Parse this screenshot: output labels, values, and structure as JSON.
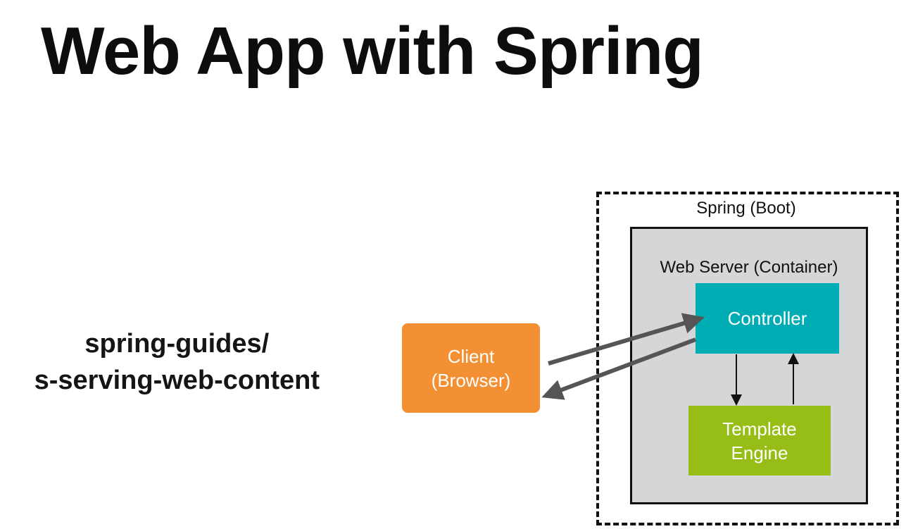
{
  "title": "Web App with Spring",
  "guide_reference": {
    "line1": "spring-guides/",
    "line2": "s-serving-web-content"
  },
  "diagram": {
    "outer_container_label": "Spring (Boot)",
    "inner_container_label": "Web Server (Container)",
    "controller": {
      "label": "Controller",
      "color": "#00acb4"
    },
    "template_engine": {
      "line1": "Template",
      "line2": "Engine",
      "color": "#97bd17"
    },
    "client": {
      "line1": "Client",
      "line2": "(Browser)",
      "color": "#f39034"
    },
    "connections": [
      {
        "from": "client",
        "to": "controller",
        "style": "thick-arrow"
      },
      {
        "from": "controller",
        "to": "client",
        "style": "thick-arrow"
      },
      {
        "from": "controller",
        "to": "template_engine",
        "style": "thin-arrow"
      },
      {
        "from": "template_engine",
        "to": "controller",
        "style": "thin-arrow"
      }
    ]
  }
}
